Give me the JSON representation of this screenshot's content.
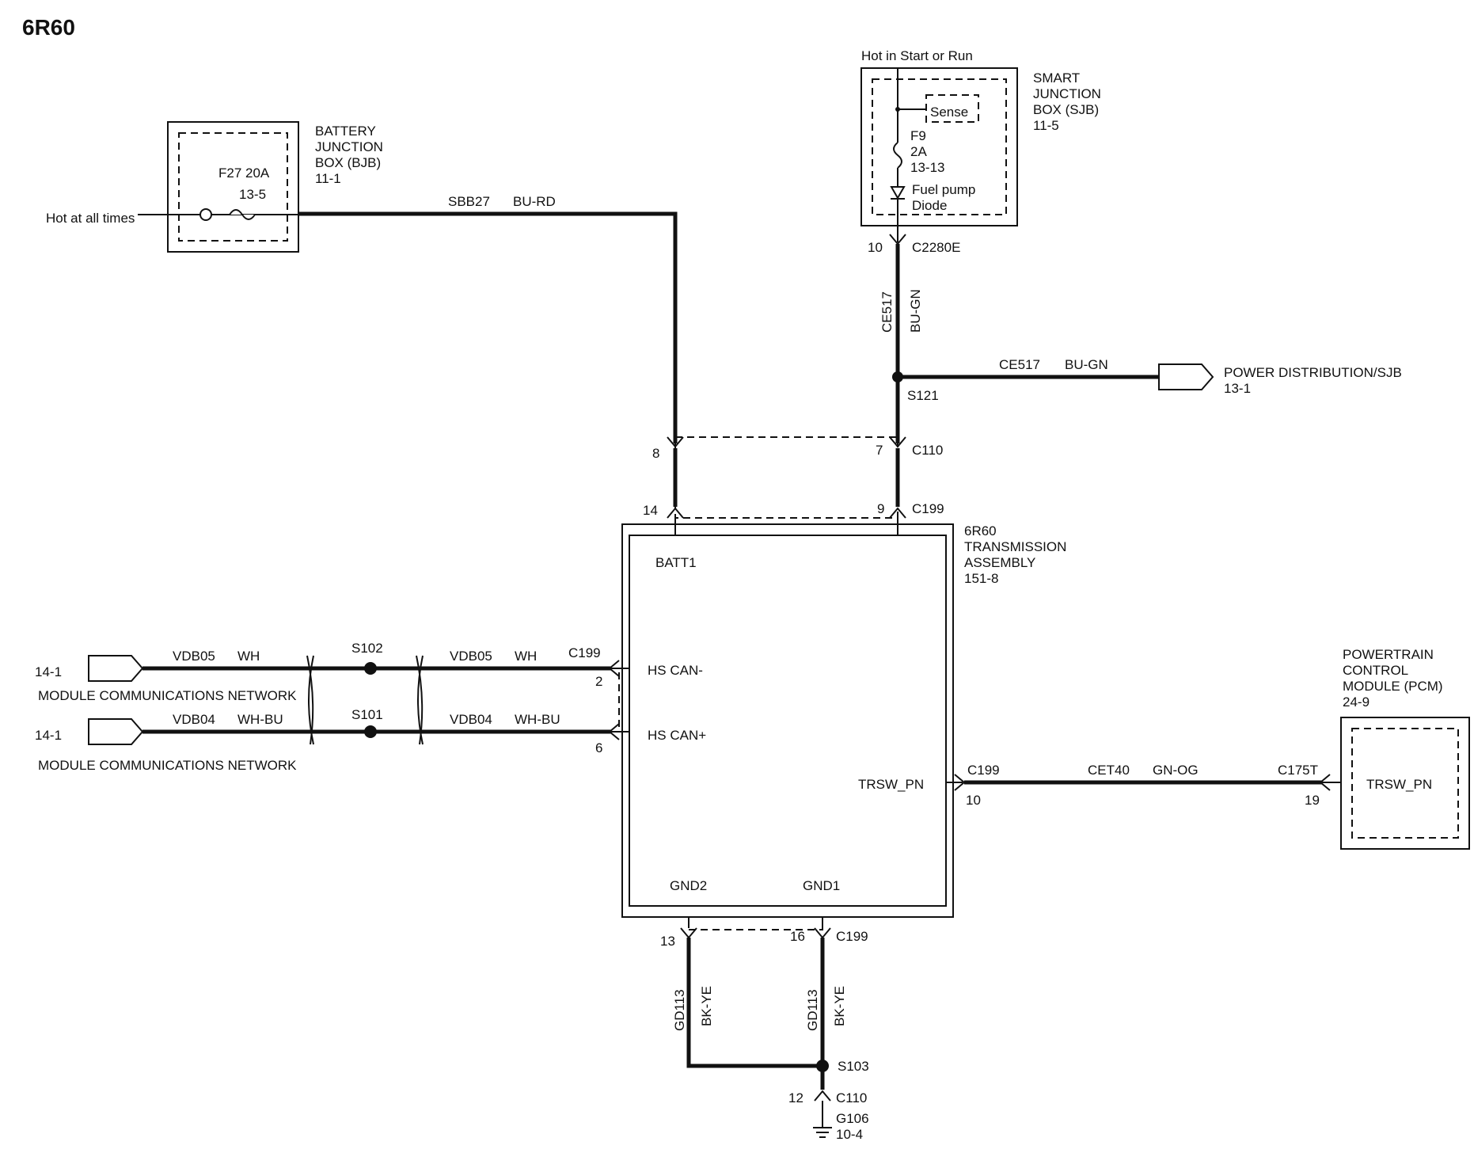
{
  "page_title": "6R60",
  "battery_junction_box": {
    "name_lines": [
      "BATTERY",
      "JUNCTION",
      "BOX (BJB)",
      "11-1"
    ],
    "fuse": "F27  20A",
    "fuse_ref": "13-5",
    "source_label": "Hot at all times"
  },
  "smart_junction_box": {
    "name_lines": [
      "SMART",
      "JUNCTION",
      "BOX (SJB)",
      "11-5"
    ],
    "header": "Hot in Start or Run",
    "sense": "Sense",
    "fuse_lines": [
      "F9",
      "2A",
      "13-13"
    ],
    "diode_lines": [
      "Fuel pump",
      "Diode"
    ]
  },
  "transmission": {
    "name_lines": [
      "6R60",
      "TRANSMISSION",
      "ASSEMBLY",
      "151-8"
    ],
    "pins": {
      "batt": "BATT1",
      "can_minus": "HS CAN-",
      "can_plus": "HS CAN+",
      "trsw": "TRSW_PN",
      "gnd2": "GND2",
      "gnd1": "GND1"
    }
  },
  "pcm": {
    "name_lines": [
      "POWERTRAIN",
      "CONTROL",
      "MODULE (PCM)",
      "24-9"
    ],
    "pin": "TRSW_PN"
  },
  "power_distribution": {
    "label": "POWER DISTRIBUTION/SJB",
    "ref": "13-1"
  },
  "network": [
    {
      "ref": "14-1",
      "label": "MODULE COMMUNICATIONS NETWORK",
      "circuit": "VDB05",
      "color": "WH",
      "splice": "S102",
      "pin": "2",
      "connector": "C199"
    },
    {
      "ref": "14-1",
      "label": "MODULE COMMUNICATIONS NETWORK",
      "circuit": "VDB04",
      "color": "WH-BU",
      "splice": "S101",
      "pin": "6"
    }
  ],
  "wires": {
    "batt_circuit": "SBB27",
    "batt_color": "BU-RD",
    "sjb_circuit": "CE517",
    "sjb_color": "BU-GN",
    "pd_circuit": "CE517",
    "pd_color": "BU-GN",
    "pcm_circuit": "CET40",
    "pcm_color": "GN-OG",
    "gnd_circuit": "GD113",
    "gnd_color": "BK-YE"
  },
  "connectors": {
    "c2280e": "C2280E",
    "c2280e_pin": "10",
    "s121": "S121",
    "c110": "C110",
    "c110_pin_left": "8",
    "c110_pin_right": "7",
    "c199": "C199",
    "c199_pin_left": "14",
    "c199_pin_right": "9",
    "c199_trsw": "C199",
    "c199_trsw_pin": "10",
    "c175t": "C175T",
    "c175t_pin": "19",
    "c199_gnd": "C199",
    "c199_gnd_pin_left": "13",
    "c199_gnd_pin_right": "16",
    "s103": "S103",
    "c110_gnd": "C110",
    "c110_gnd_pin": "12",
    "ground": "G106",
    "ground_ref": "10-4"
  }
}
